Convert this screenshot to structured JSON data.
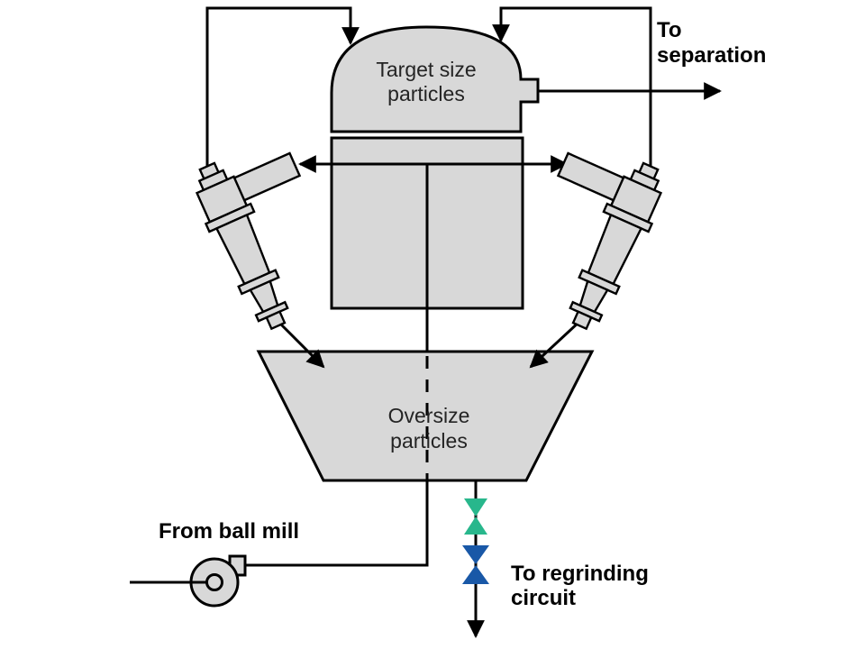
{
  "diagram": {
    "labels": {
      "target": {
        "line1": "Target size",
        "line2": "particles"
      },
      "oversize": {
        "line1": "Oversize",
        "line2": "particles"
      },
      "separation": {
        "line1": "To",
        "line2": "separation"
      },
      "ball_mill": "From ball mill",
      "regrinding": {
        "line1": "To regrinding",
        "line2": "circuit"
      }
    },
    "colors": {
      "vessel_fill": "#d8d8d8",
      "line": "#000000",
      "inner_text": "#242424",
      "label_text": "#000000",
      "valve_green": "#28b78c",
      "valve_blue": "#1958a7"
    },
    "icons": {
      "pump": "centrifugal-pump-icon",
      "green_valve": "valve-icon",
      "blue_valve": "valve-icon",
      "arrows": "arrowhead-icon"
    }
  }
}
